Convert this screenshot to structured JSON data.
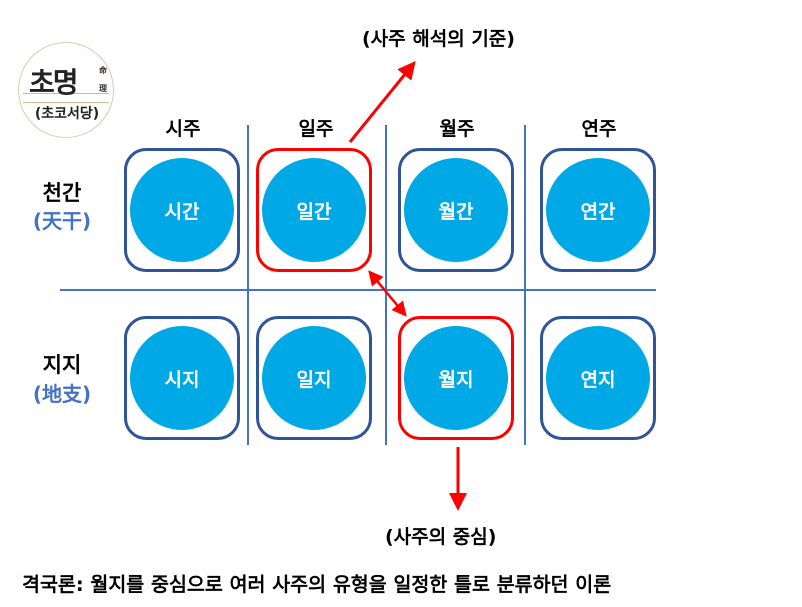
{
  "logo": {
    "main": "초명",
    "hanja_top": "命",
    "hanja_bottom": "理",
    "sub": "(초코서당)"
  },
  "columns": [
    "시주",
    "일주",
    "월주",
    "연주"
  ],
  "rows": [
    {
      "label": "천간",
      "sub": "(天干)",
      "cells": [
        "시간",
        "일간",
        "월간",
        "연간"
      ]
    },
    {
      "label": "지지",
      "sub": "(地支)",
      "cells": [
        "시지",
        "일지",
        "월지",
        "연지"
      ]
    }
  ],
  "annotations": {
    "top": "(사주 해석의 기준)",
    "bottom": "(사주의 중심)"
  },
  "caption": "격국론: 월지를 중심으로 여러 사주의 유형을 일정한 틀로 분류하던 이론",
  "colors": {
    "circle": "#00A8E6",
    "box": "#2F5597",
    "highlight": "#FF0000",
    "grid": "#4472C4"
  }
}
